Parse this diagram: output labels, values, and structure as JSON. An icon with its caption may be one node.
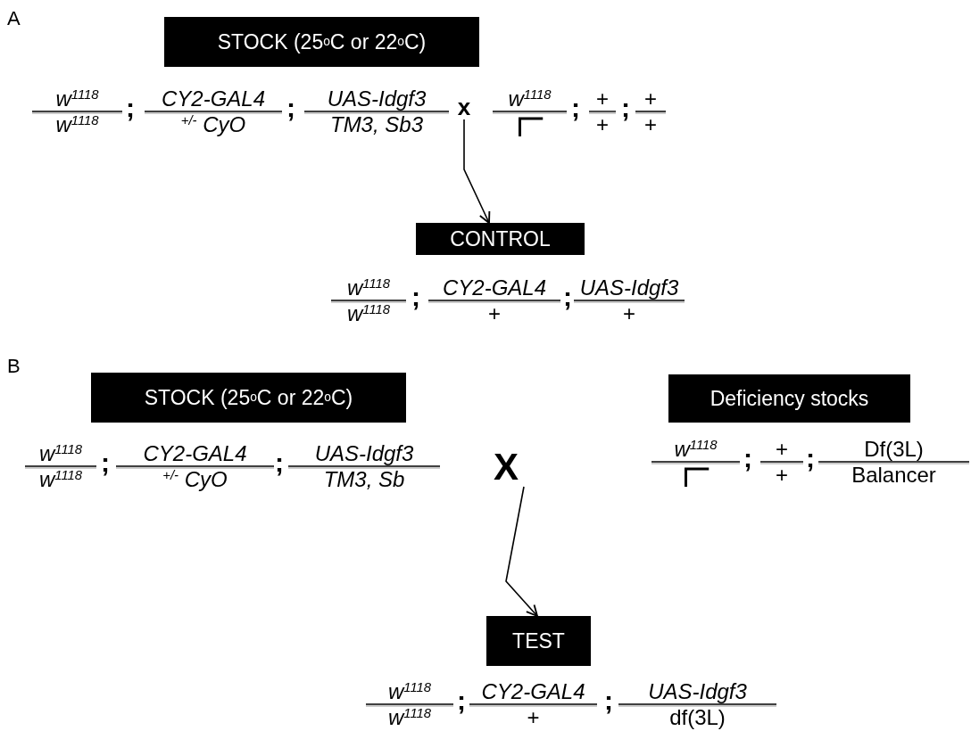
{
  "diagram": {
    "nodes": [
      {
        "text": [
          "STOCK  (25$^{o}$C or 22$^{o}$C)"
        ]
      },
      {
        "text": [
          "x"
        ]
      },
      {
        "text": [
          "CONTROL"
        ]
      },
      {
        "text": [
          "STOCK  (25$^{o}$C or 22$^{o}$C)"
        ]
      },
      {
        "text": [
          "Deficiency stocks"
        ]
      },
      {
        "text": [
          "X"
        ]
      },
      {
        "text": [
          "TEST"
        ]
      }
    ],
    "edges": [
      {
        "from": 1,
        "to": 2,
        "arrow": "to"
      },
      {
        "from": 5,
        "to": 6,
        "arrow": "to"
      }
    ],
    "labels": [
      "A",
      "w$^{1118}$",
      "w$^{1118}$",
      ";",
      "CY2-GAL4",
      "$^{+/-}$ CyO",
      ";",
      "UAS-Idgf3",
      "TM3, Sb3",
      "w$^{1118}$",
      ";",
      "+",
      "+",
      ";",
      "+",
      "+",
      "w$^{1118}$",
      "w$^{1118}$",
      ";",
      "CY2-GAL4",
      "+",
      ";",
      "UAS-Idgf3",
      "+",
      "B",
      "w$^{1118}$",
      "w$^{1118}$",
      ";",
      "CY2-GAL4",
      "$^{+/-}$ CyO",
      ";",
      "UAS-Idgf3",
      "TM3, Sb",
      "w$^{1118}$",
      ";",
      "+",
      "+",
      ";",
      "Df(3L)",
      "Balancer",
      "w$^{1118}$",
      "w$^{1118}$",
      ";",
      "CY2-GAL4",
      "+",
      ";",
      "UAS-Idgf3",
      "df(3L)"
    ]
  }
}
